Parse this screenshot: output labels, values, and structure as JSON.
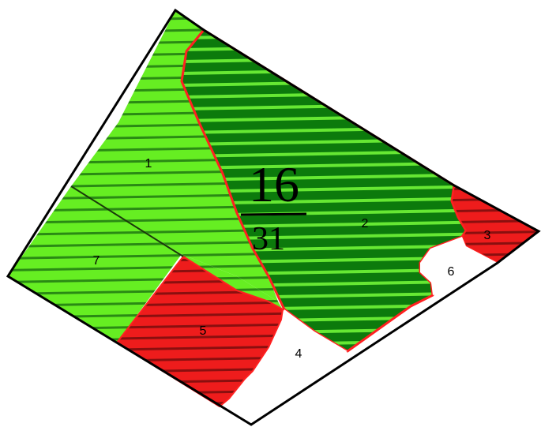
{
  "compartment": {
    "number": "16",
    "area": "31"
  },
  "plots": [
    {
      "id": "1",
      "label": "1",
      "fill": "light-green"
    },
    {
      "id": "2",
      "label": "2",
      "fill": "dark-green"
    },
    {
      "id": "3",
      "label": "3",
      "fill": "red"
    },
    {
      "id": "4",
      "label": "4",
      "fill": "white"
    },
    {
      "id": "5",
      "label": "5",
      "fill": "red"
    },
    {
      "id": "6",
      "label": "6",
      "fill": "white"
    },
    {
      "id": "7",
      "label": "7",
      "fill": "light-green"
    }
  ],
  "colors": {
    "light_green": "#66ee22",
    "light_green_stripe": "#2a8a14",
    "dark_green": "#0c7a0c",
    "dark_green_stripe": "#66e833",
    "red": "#ee1c1c",
    "red_stripe": "#8a0f0f",
    "white": "#ffffff",
    "outline": "#000000",
    "highlight_border": "#ff2020"
  }
}
